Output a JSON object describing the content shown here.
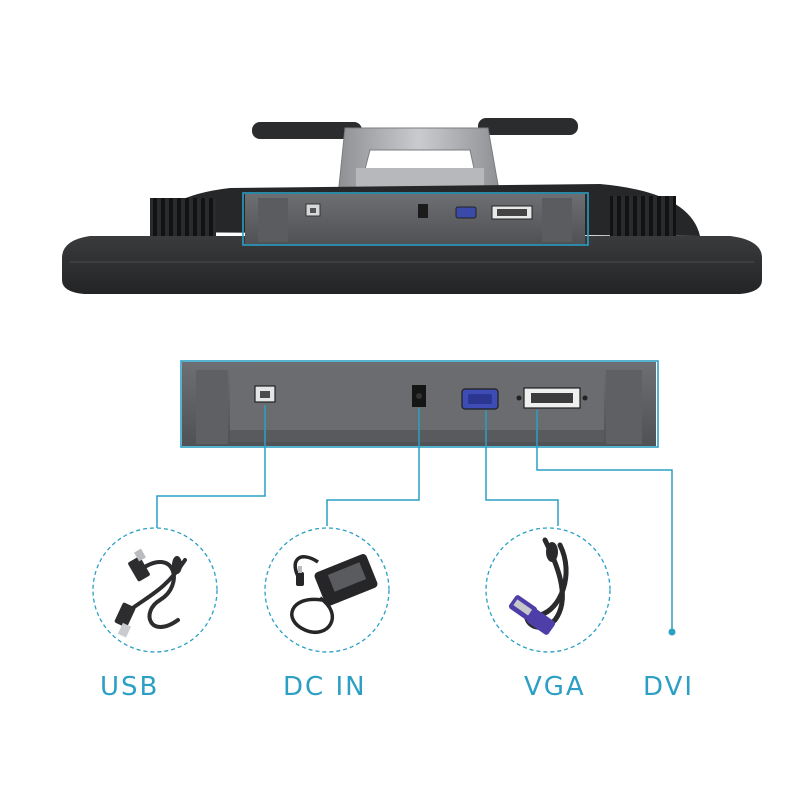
{
  "accent_color": "#2b9fc4",
  "ports": [
    {
      "id": "usb",
      "label": "USB",
      "icon": "usb-cable-icon"
    },
    {
      "id": "dc-in",
      "label": "DC IN",
      "icon": "power-adapter-icon"
    },
    {
      "id": "vga",
      "label": "VGA",
      "icon": "vga-cable-icon"
    },
    {
      "id": "dvi",
      "label": "DVI",
      "icon": "dvi-port-icon"
    }
  ]
}
